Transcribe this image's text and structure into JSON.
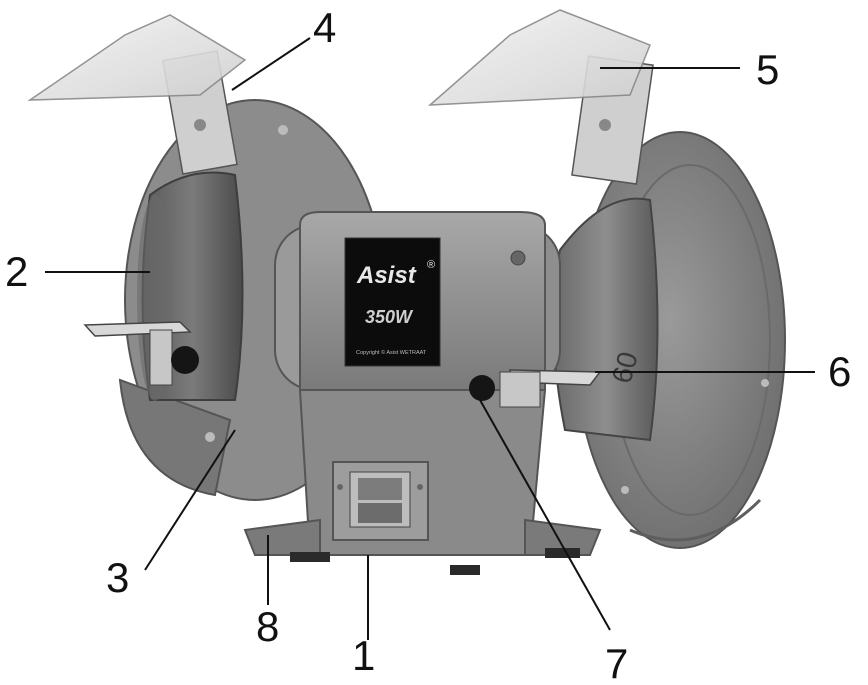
{
  "brand": {
    "logo": "Asist",
    "registered": "®",
    "power": "350W",
    "copyright": "Copyright © Asist WETRAAT"
  },
  "wheel_marking": "60",
  "callouts": [
    {
      "id": "c1",
      "number": "1"
    },
    {
      "id": "c2",
      "number": "2"
    },
    {
      "id": "c3",
      "number": "3"
    },
    {
      "id": "c4",
      "number": "4"
    },
    {
      "id": "c5",
      "number": "5"
    },
    {
      "id": "c6",
      "number": "6"
    },
    {
      "id": "c7",
      "number": "7"
    },
    {
      "id": "c8",
      "number": "8"
    }
  ]
}
